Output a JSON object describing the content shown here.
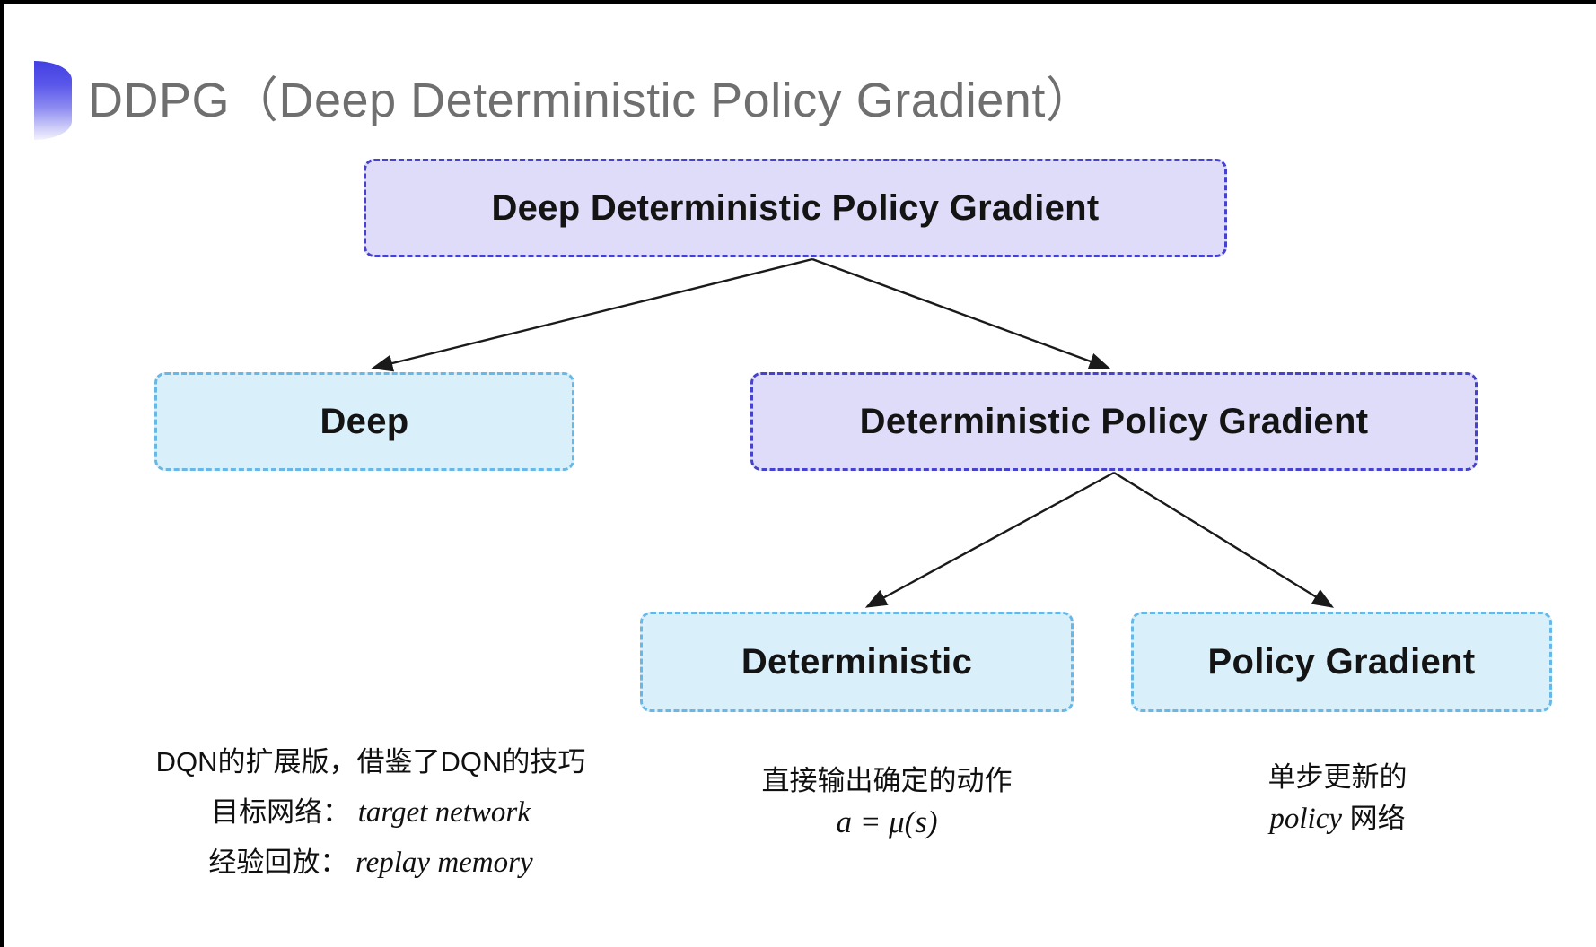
{
  "page": {
    "title": "DDPG（Deep Deterministic Policy Gradient）"
  },
  "colors": {
    "title_gray": "#6f6f6f",
    "icon_blue_top": "#423fe2",
    "purple_node_fill": "#dedcf8",
    "purple_node_border": "#4542cd",
    "blue_node_fill": "#d9f0fb",
    "blue_node_border": "#67b8e6",
    "node_text": "#141414",
    "arrow": "#1a1a1a",
    "edge_bar": "#000000"
  },
  "diagram": {
    "root": {
      "label": "Deep Deterministic Policy Gradient"
    },
    "children": [
      {
        "id": "deep",
        "label": "Deep"
      },
      {
        "id": "dpg",
        "label": "Deterministic Policy Gradient"
      }
    ],
    "grandchildren": [
      {
        "id": "deterministic",
        "label": "Deterministic"
      },
      {
        "id": "policy-gradient",
        "label": "Policy Gradient"
      }
    ]
  },
  "annotations": {
    "deep_note": {
      "line1": "DQN的扩展版，借鉴了DQN的技巧",
      "line2_label": "目标网络：",
      "line2_term": "target network",
      "line3_label": "经验回放：",
      "line3_term": "replay memory"
    },
    "deterministic_note": {
      "line1": "直接输出确定的动作",
      "formula": "a = μ(s)"
    },
    "policy_note": {
      "line1": "单步更新的",
      "line2_term": "policy",
      "line2_label": " 网络"
    }
  }
}
